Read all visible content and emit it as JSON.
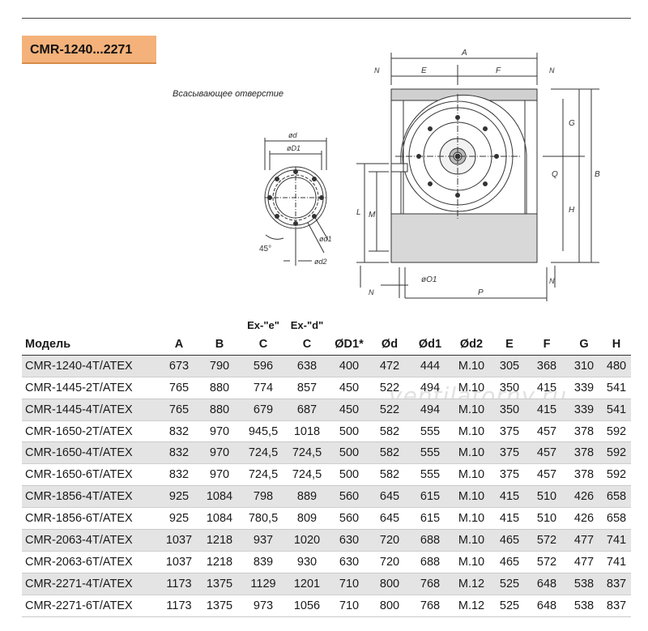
{
  "header": {
    "title": "CMR-1240...2271"
  },
  "inlet": {
    "label": "Всасывающее отверстие",
    "dims": {
      "d": "ød",
      "D1": "øD1",
      "d1": "ød1",
      "d2": "ød2",
      "angle": "45°"
    }
  },
  "drawing": {
    "dims": {
      "A": "A",
      "E": "E",
      "F": "F",
      "N": "N",
      "G": "G",
      "B": "B",
      "Q": "Q",
      "H": "H",
      "L": "L",
      "M": "M",
      "O1": "øO1",
      "P": "P"
    }
  },
  "watermark": "ventilatorny.ru",
  "table": {
    "ex_labels": {
      "e": "Ex-\"e\"",
      "d": "Ex-\"d\""
    },
    "columns": [
      "Модель",
      "A",
      "B",
      "C",
      "C",
      "ØD1*",
      "Ød",
      "Ød1",
      "Ød2",
      "E",
      "F",
      "G",
      "H"
    ],
    "rows": [
      [
        "CMR-1240-4T/ATEX",
        "673",
        "790",
        "596",
        "638",
        "400",
        "472",
        "444",
        "M.10",
        "305",
        "368",
        "310",
        "480"
      ],
      [
        "CMR-1445-2T/ATEX",
        "765",
        "880",
        "774",
        "857",
        "450",
        "522",
        "494",
        "M.10",
        "350",
        "415",
        "339",
        "541"
      ],
      [
        "CMR-1445-4T/ATEX",
        "765",
        "880",
        "679",
        "687",
        "450",
        "522",
        "494",
        "M.10",
        "350",
        "415",
        "339",
        "541"
      ],
      [
        "CMR-1650-2T/ATEX",
        "832",
        "970",
        "945,5",
        "1018",
        "500",
        "582",
        "555",
        "M.10",
        "375",
        "457",
        "378",
        "592"
      ],
      [
        "CMR-1650-4T/ATEX",
        "832",
        "970",
        "724,5",
        "724,5",
        "500",
        "582",
        "555",
        "M.10",
        "375",
        "457",
        "378",
        "592"
      ],
      [
        "CMR-1650-6T/ATEX",
        "832",
        "970",
        "724,5",
        "724,5",
        "500",
        "582",
        "555",
        "M.10",
        "375",
        "457",
        "378",
        "592"
      ],
      [
        "CMR-1856-4T/ATEX",
        "925",
        "1084",
        "798",
        "889",
        "560",
        "645",
        "615",
        "M.10",
        "415",
        "510",
        "426",
        "658"
      ],
      [
        "CMR-1856-6T/ATEX",
        "925",
        "1084",
        "780,5",
        "809",
        "560",
        "645",
        "615",
        "M.10",
        "415",
        "510",
        "426",
        "658"
      ],
      [
        "CMR-2063-4T/ATEX",
        "1037",
        "1218",
        "937",
        "1020",
        "630",
        "720",
        "688",
        "M.10",
        "465",
        "572",
        "477",
        "741"
      ],
      [
        "CMR-2063-6T/ATEX",
        "1037",
        "1218",
        "839",
        "930",
        "630",
        "720",
        "688",
        "M.10",
        "465",
        "572",
        "477",
        "741"
      ],
      [
        "CMR-2271-4T/ATEX",
        "1173",
        "1375",
        "1129",
        "1201",
        "710",
        "800",
        "768",
        "M.12",
        "525",
        "648",
        "538",
        "837"
      ],
      [
        "CMR-2271-6T/ATEX",
        "1173",
        "1375",
        "973",
        "1056",
        "710",
        "800",
        "768",
        "M.12",
        "525",
        "648",
        "538",
        "837"
      ]
    ],
    "shaded_rows": [
      0,
      2,
      4,
      6,
      8,
      10
    ]
  }
}
